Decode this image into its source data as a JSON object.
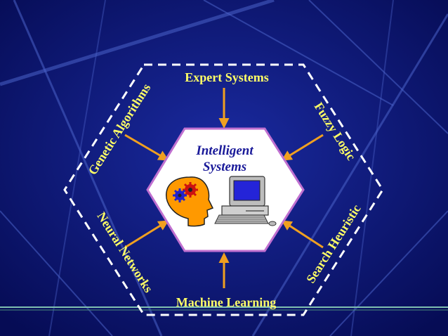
{
  "colors": {
    "background": "#0a1470",
    "label_yellow": "#ffff66",
    "arrow_orange": "#f0a020",
    "dash_white": "#ffffff",
    "center_fill": "#ffffff",
    "center_border": "#c070d0",
    "center_text": "#1a1a99",
    "head_orange": "#ff9900"
  },
  "center": {
    "title_line1": "Intelligent",
    "title_line2": "Systems",
    "icons": [
      "head-with-gears-icon",
      "desktop-computer-icon"
    ]
  },
  "labels": {
    "top": "Expert Systems",
    "top_right": "Fuzzy Logic",
    "bottom_right": "Search Heuristic",
    "bottom": "Machine Learning",
    "bottom_left": "Neural Networks",
    "top_left": "Genetic Algorithms"
  }
}
